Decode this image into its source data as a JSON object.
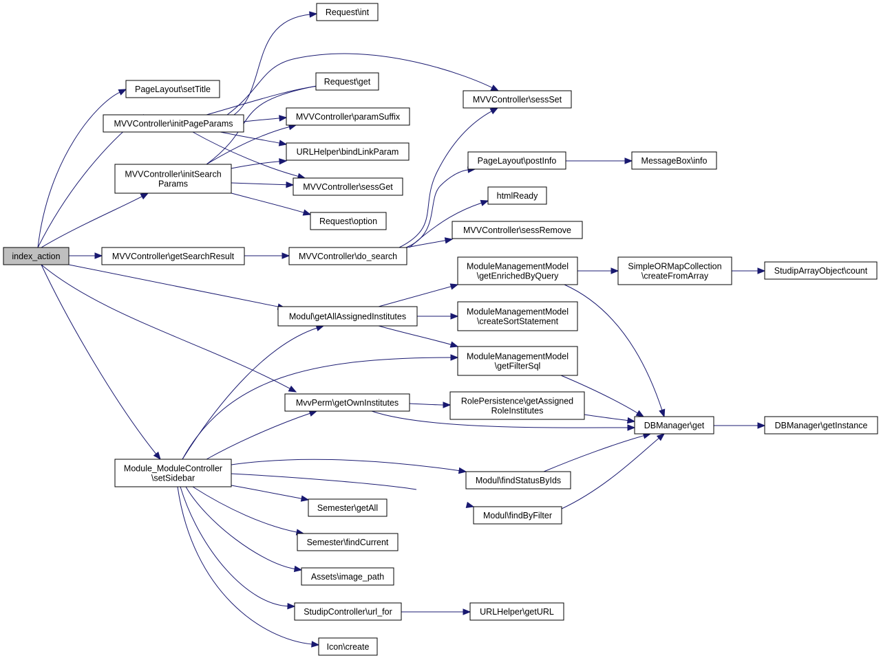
{
  "diagram": {
    "type": "call-graph",
    "edge_color": "#191970",
    "root_fill": "#bfbfbf",
    "node_fill": "#ffffff",
    "nodes": [
      {
        "id": "index_action",
        "lines": [
          "index_action"
        ],
        "root": true
      },
      {
        "id": "setTitle",
        "lines": [
          "PageLayout\\setTitle"
        ]
      },
      {
        "id": "initPageParams",
        "lines": [
          "MVVController\\initPageParams"
        ]
      },
      {
        "id": "initSearchParams",
        "lines": [
          "MVVController\\initSearch",
          "Params"
        ]
      },
      {
        "id": "getSearchResult",
        "lines": [
          "MVVController\\getSearchResult"
        ]
      },
      {
        "id": "setSidebar",
        "lines": [
          "Module_ModuleController",
          "\\setSidebar"
        ]
      },
      {
        "id": "req_int",
        "lines": [
          "Request\\int"
        ]
      },
      {
        "id": "req_get",
        "lines": [
          "Request\\get"
        ]
      },
      {
        "id": "paramSuffix",
        "lines": [
          "MVVController\\paramSuffix"
        ]
      },
      {
        "id": "bindLinkParam",
        "lines": [
          "URLHelper\\bindLinkParam"
        ]
      },
      {
        "id": "sessGet",
        "lines": [
          "MVVController\\sessGet"
        ]
      },
      {
        "id": "req_option",
        "lines": [
          "Request\\option"
        ]
      },
      {
        "id": "do_search",
        "lines": [
          "MVVController\\do_search"
        ]
      },
      {
        "id": "getAllAssignedInstitutes",
        "lines": [
          "Modul\\getAllAssignedInstitutes"
        ]
      },
      {
        "id": "getOwnInstitutes",
        "lines": [
          "MvvPerm\\getOwnInstitutes"
        ]
      },
      {
        "id": "sem_getAll",
        "lines": [
          "Semester\\getAll"
        ]
      },
      {
        "id": "sem_findCurrent",
        "lines": [
          "Semester\\findCurrent"
        ]
      },
      {
        "id": "image_path",
        "lines": [
          "Assets\\image_path"
        ]
      },
      {
        "id": "url_for",
        "lines": [
          "StudipController\\url_for"
        ]
      },
      {
        "id": "icon_create",
        "lines": [
          "Icon\\create"
        ]
      },
      {
        "id": "sessSet",
        "lines": [
          "MVVController\\sessSet"
        ]
      },
      {
        "id": "postInfo",
        "lines": [
          "PageLayout\\postInfo"
        ]
      },
      {
        "id": "htmlReady",
        "lines": [
          "htmlReady"
        ]
      },
      {
        "id": "sessRemove",
        "lines": [
          "MVVController\\sessRemove"
        ]
      },
      {
        "id": "getEnrichedByQuery",
        "lines": [
          "ModuleManagementModel",
          "\\getEnrichedByQuery"
        ]
      },
      {
        "id": "createSortStatement",
        "lines": [
          "ModuleManagementModel",
          "\\createSortStatement"
        ]
      },
      {
        "id": "getFilterSql",
        "lines": [
          "ModuleManagementModel",
          "\\getFilterSql"
        ]
      },
      {
        "id": "getAssignedRoleInstitutes",
        "lines": [
          "RolePersistence\\getAssigned",
          "RoleInstitutes"
        ]
      },
      {
        "id": "findStatusByIds",
        "lines": [
          "Modul\\findStatusByIds"
        ]
      },
      {
        "id": "findByFilter",
        "lines": [
          "Modul\\findByFilter"
        ]
      },
      {
        "id": "getURL",
        "lines": [
          "URLHelper\\getURL"
        ]
      },
      {
        "id": "msg_info",
        "lines": [
          "MessageBox\\info"
        ]
      },
      {
        "id": "createFromArray",
        "lines": [
          "SimpleORMapCollection",
          "\\createFromArray"
        ]
      },
      {
        "id": "db_get",
        "lines": [
          "DBManager\\get"
        ]
      },
      {
        "id": "arr_count",
        "lines": [
          "StudipArrayObject\\count"
        ]
      },
      {
        "id": "getInstance",
        "lines": [
          "DBManager\\getInstance"
        ]
      }
    ],
    "edges": [
      [
        "index_action",
        "setTitle"
      ],
      [
        "index_action",
        "initPageParams"
      ],
      [
        "index_action",
        "initSearchParams"
      ],
      [
        "index_action",
        "getSearchResult"
      ],
      [
        "index_action",
        "getAllAssignedInstitutes"
      ],
      [
        "index_action",
        "getOwnInstitutes"
      ],
      [
        "index_action",
        "setSidebar"
      ],
      [
        "initPageParams",
        "req_int"
      ],
      [
        "initPageParams",
        "req_get"
      ],
      [
        "initPageParams",
        "paramSuffix"
      ],
      [
        "initPageParams",
        "bindLinkParam"
      ],
      [
        "initPageParams",
        "sessGet"
      ],
      [
        "initPageParams",
        "sessSet"
      ],
      [
        "initSearchParams",
        "req_get"
      ],
      [
        "initSearchParams",
        "paramSuffix"
      ],
      [
        "initSearchParams",
        "bindLinkParam"
      ],
      [
        "initSearchParams",
        "sessGet"
      ],
      [
        "initSearchParams",
        "req_option"
      ],
      [
        "getSearchResult",
        "do_search"
      ],
      [
        "do_search",
        "sessSet"
      ],
      [
        "do_search",
        "postInfo"
      ],
      [
        "do_search",
        "htmlReady"
      ],
      [
        "do_search",
        "sessRemove"
      ],
      [
        "postInfo",
        "msg_info"
      ],
      [
        "getAllAssignedInstitutes",
        "getEnrichedByQuery"
      ],
      [
        "getAllAssignedInstitutes",
        "createSortStatement"
      ],
      [
        "getAllAssignedInstitutes",
        "getFilterSql"
      ],
      [
        "getEnrichedByQuery",
        "createFromArray"
      ],
      [
        "getEnrichedByQuery",
        "db_get"
      ],
      [
        "createFromArray",
        "arr_count"
      ],
      [
        "getFilterSql",
        "db_get"
      ],
      [
        "getOwnInstitutes",
        "getAssignedRoleInstitutes"
      ],
      [
        "getOwnInstitutes",
        "db_get"
      ],
      [
        "getAssignedRoleInstitutes",
        "db_get"
      ],
      [
        "db_get",
        "getInstance"
      ],
      [
        "findStatusByIds",
        "db_get"
      ],
      [
        "findByFilter",
        "db_get"
      ],
      [
        "setSidebar",
        "getAllAssignedInstitutes"
      ],
      [
        "setSidebar",
        "getFilterSql"
      ],
      [
        "setSidebar",
        "getOwnInstitutes"
      ],
      [
        "setSidebar",
        "findStatusByIds"
      ],
      [
        "setSidebar",
        "findByFilter"
      ],
      [
        "setSidebar",
        "sem_getAll"
      ],
      [
        "setSidebar",
        "sem_findCurrent"
      ],
      [
        "setSidebar",
        "image_path"
      ],
      [
        "setSidebar",
        "url_for"
      ],
      [
        "setSidebar",
        "icon_create"
      ],
      [
        "url_for",
        "getURL"
      ]
    ]
  }
}
